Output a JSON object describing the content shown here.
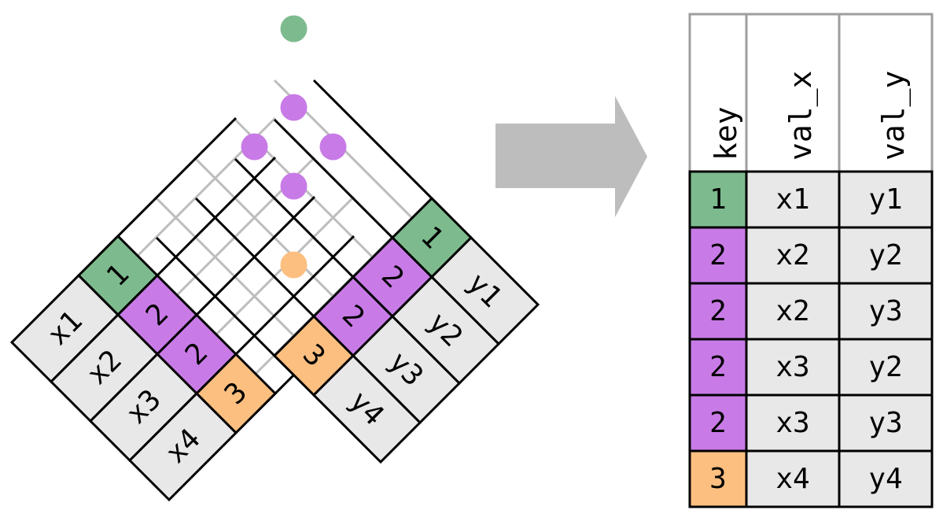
{
  "colors": {
    "key_1": "#7dbb8f",
    "key_2": "#c87be6",
    "key_3": "#fdbf80",
    "value_cell": "#e8e8e8",
    "arrow": "#bdbdbd",
    "grid_line": "#bdbdbd",
    "outline": "#000000"
  },
  "left_table": {
    "rows": [
      {
        "key": "1",
        "val": "x1",
        "color": "#7dbb8f"
      },
      {
        "key": "2",
        "val": "x2",
        "color": "#c87be6"
      },
      {
        "key": "2",
        "val": "x3",
        "color": "#c87be6"
      },
      {
        "key": "3",
        "val": "x4",
        "color": "#fdbf80"
      }
    ]
  },
  "right_table": {
    "rows": [
      {
        "key": "1",
        "val": "y1",
        "color": "#7dbb8f"
      },
      {
        "key": "2",
        "val": "y2",
        "color": "#c87be6"
      },
      {
        "key": "2",
        "val": "y3",
        "color": "#c87be6"
      },
      {
        "key": "3",
        "val": "y4",
        "color": "#fdbf80"
      }
    ]
  },
  "match_points": [
    {
      "left_row": 0,
      "right_row": 0,
      "color": "#7dbb8f"
    },
    {
      "left_row": 1,
      "right_row": 1,
      "color": "#c87be6"
    },
    {
      "left_row": 1,
      "right_row": 2,
      "color": "#c87be6"
    },
    {
      "left_row": 2,
      "right_row": 1,
      "color": "#c87be6"
    },
    {
      "left_row": 2,
      "right_row": 2,
      "color": "#c87be6"
    },
    {
      "left_row": 3,
      "right_row": 3,
      "color": "#fdbf80"
    }
  ],
  "arrow_icon": "right-arrow-icon",
  "result_table": {
    "headers": [
      "key",
      "val_x",
      "val_y"
    ],
    "rows": [
      {
        "key": "1",
        "val_x": "x1",
        "val_y": "y1",
        "color": "#7dbb8f"
      },
      {
        "key": "2",
        "val_x": "x2",
        "val_y": "y2",
        "color": "#c87be6"
      },
      {
        "key": "2",
        "val_x": "x2",
        "val_y": "y3",
        "color": "#c87be6"
      },
      {
        "key": "2",
        "val_x": "x3",
        "val_y": "y2",
        "color": "#c87be6"
      },
      {
        "key": "2",
        "val_x": "x3",
        "val_y": "y3",
        "color": "#c87be6"
      },
      {
        "key": "3",
        "val_x": "x4",
        "val_y": "y4",
        "color": "#fdbf80"
      }
    ]
  }
}
